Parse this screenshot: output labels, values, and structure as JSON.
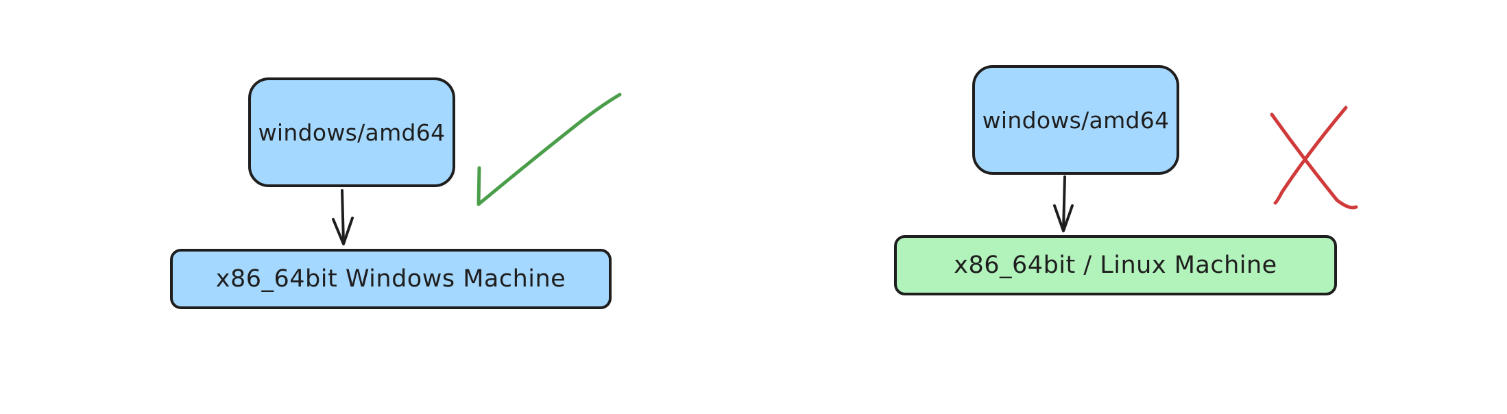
{
  "left": {
    "platform_label": "windows/amd64",
    "machine_label": "x86_64bit Windows Machine",
    "verdict_icon": "check-mark-icon",
    "verdict_color": "#4a9e4a",
    "platform_color": "#a5d8ff",
    "machine_color": "#a5d8ff"
  },
  "right": {
    "platform_label": "windows/amd64",
    "machine_label": "x86_64bit / Linux Machine",
    "verdict_icon": "cross-mark-icon",
    "verdict_color": "#d03a3a",
    "platform_color": "#a5d8ff",
    "machine_color": "#b2f2bb"
  }
}
